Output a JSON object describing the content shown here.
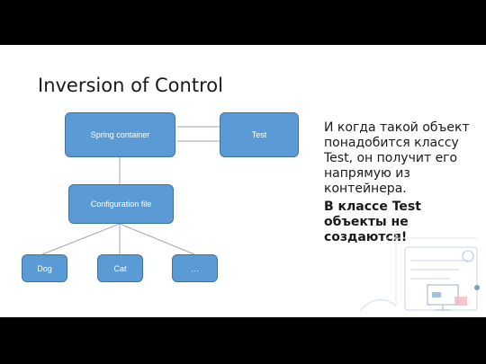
{
  "slide": {
    "title": "Inversion of Control",
    "diagram": {
      "spring_container": "Spring container",
      "test": "Test",
      "configuration_file": "Configuration file",
      "dog": "Dog",
      "cat": "Cat",
      "more": "…"
    },
    "text": {
      "paragraph1": "И когда такой объект понадобится классу Test, он получит его напрямую из контейнера.",
      "paragraph2": "В классе Test объекты не создаются!"
    },
    "colors": {
      "box_fill": "#5b9bd5",
      "box_border": "#41719c",
      "line": "#a6a6a6"
    }
  }
}
